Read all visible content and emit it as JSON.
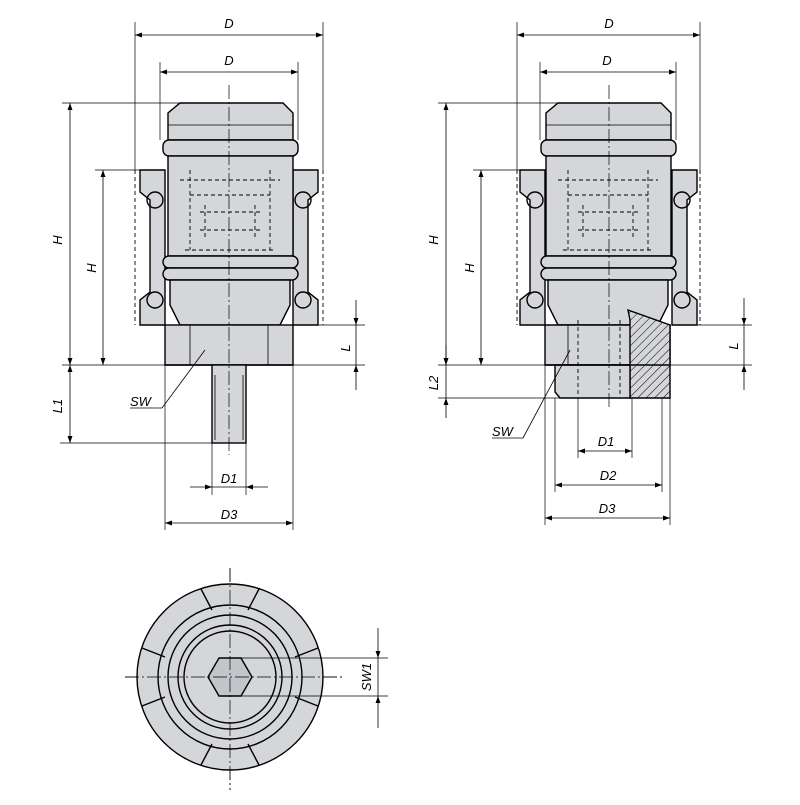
{
  "drawing": {
    "labels": {
      "D": "D",
      "H": "H",
      "L": "L",
      "L1": "L1",
      "L2": "L2",
      "SW": "SW",
      "SW1": "SW1",
      "D1": "D1",
      "D2": "D2",
      "D3": "D3"
    },
    "colors": {
      "part_fill": "#d4d6da",
      "line": "#000000",
      "background": "#ffffff"
    }
  }
}
